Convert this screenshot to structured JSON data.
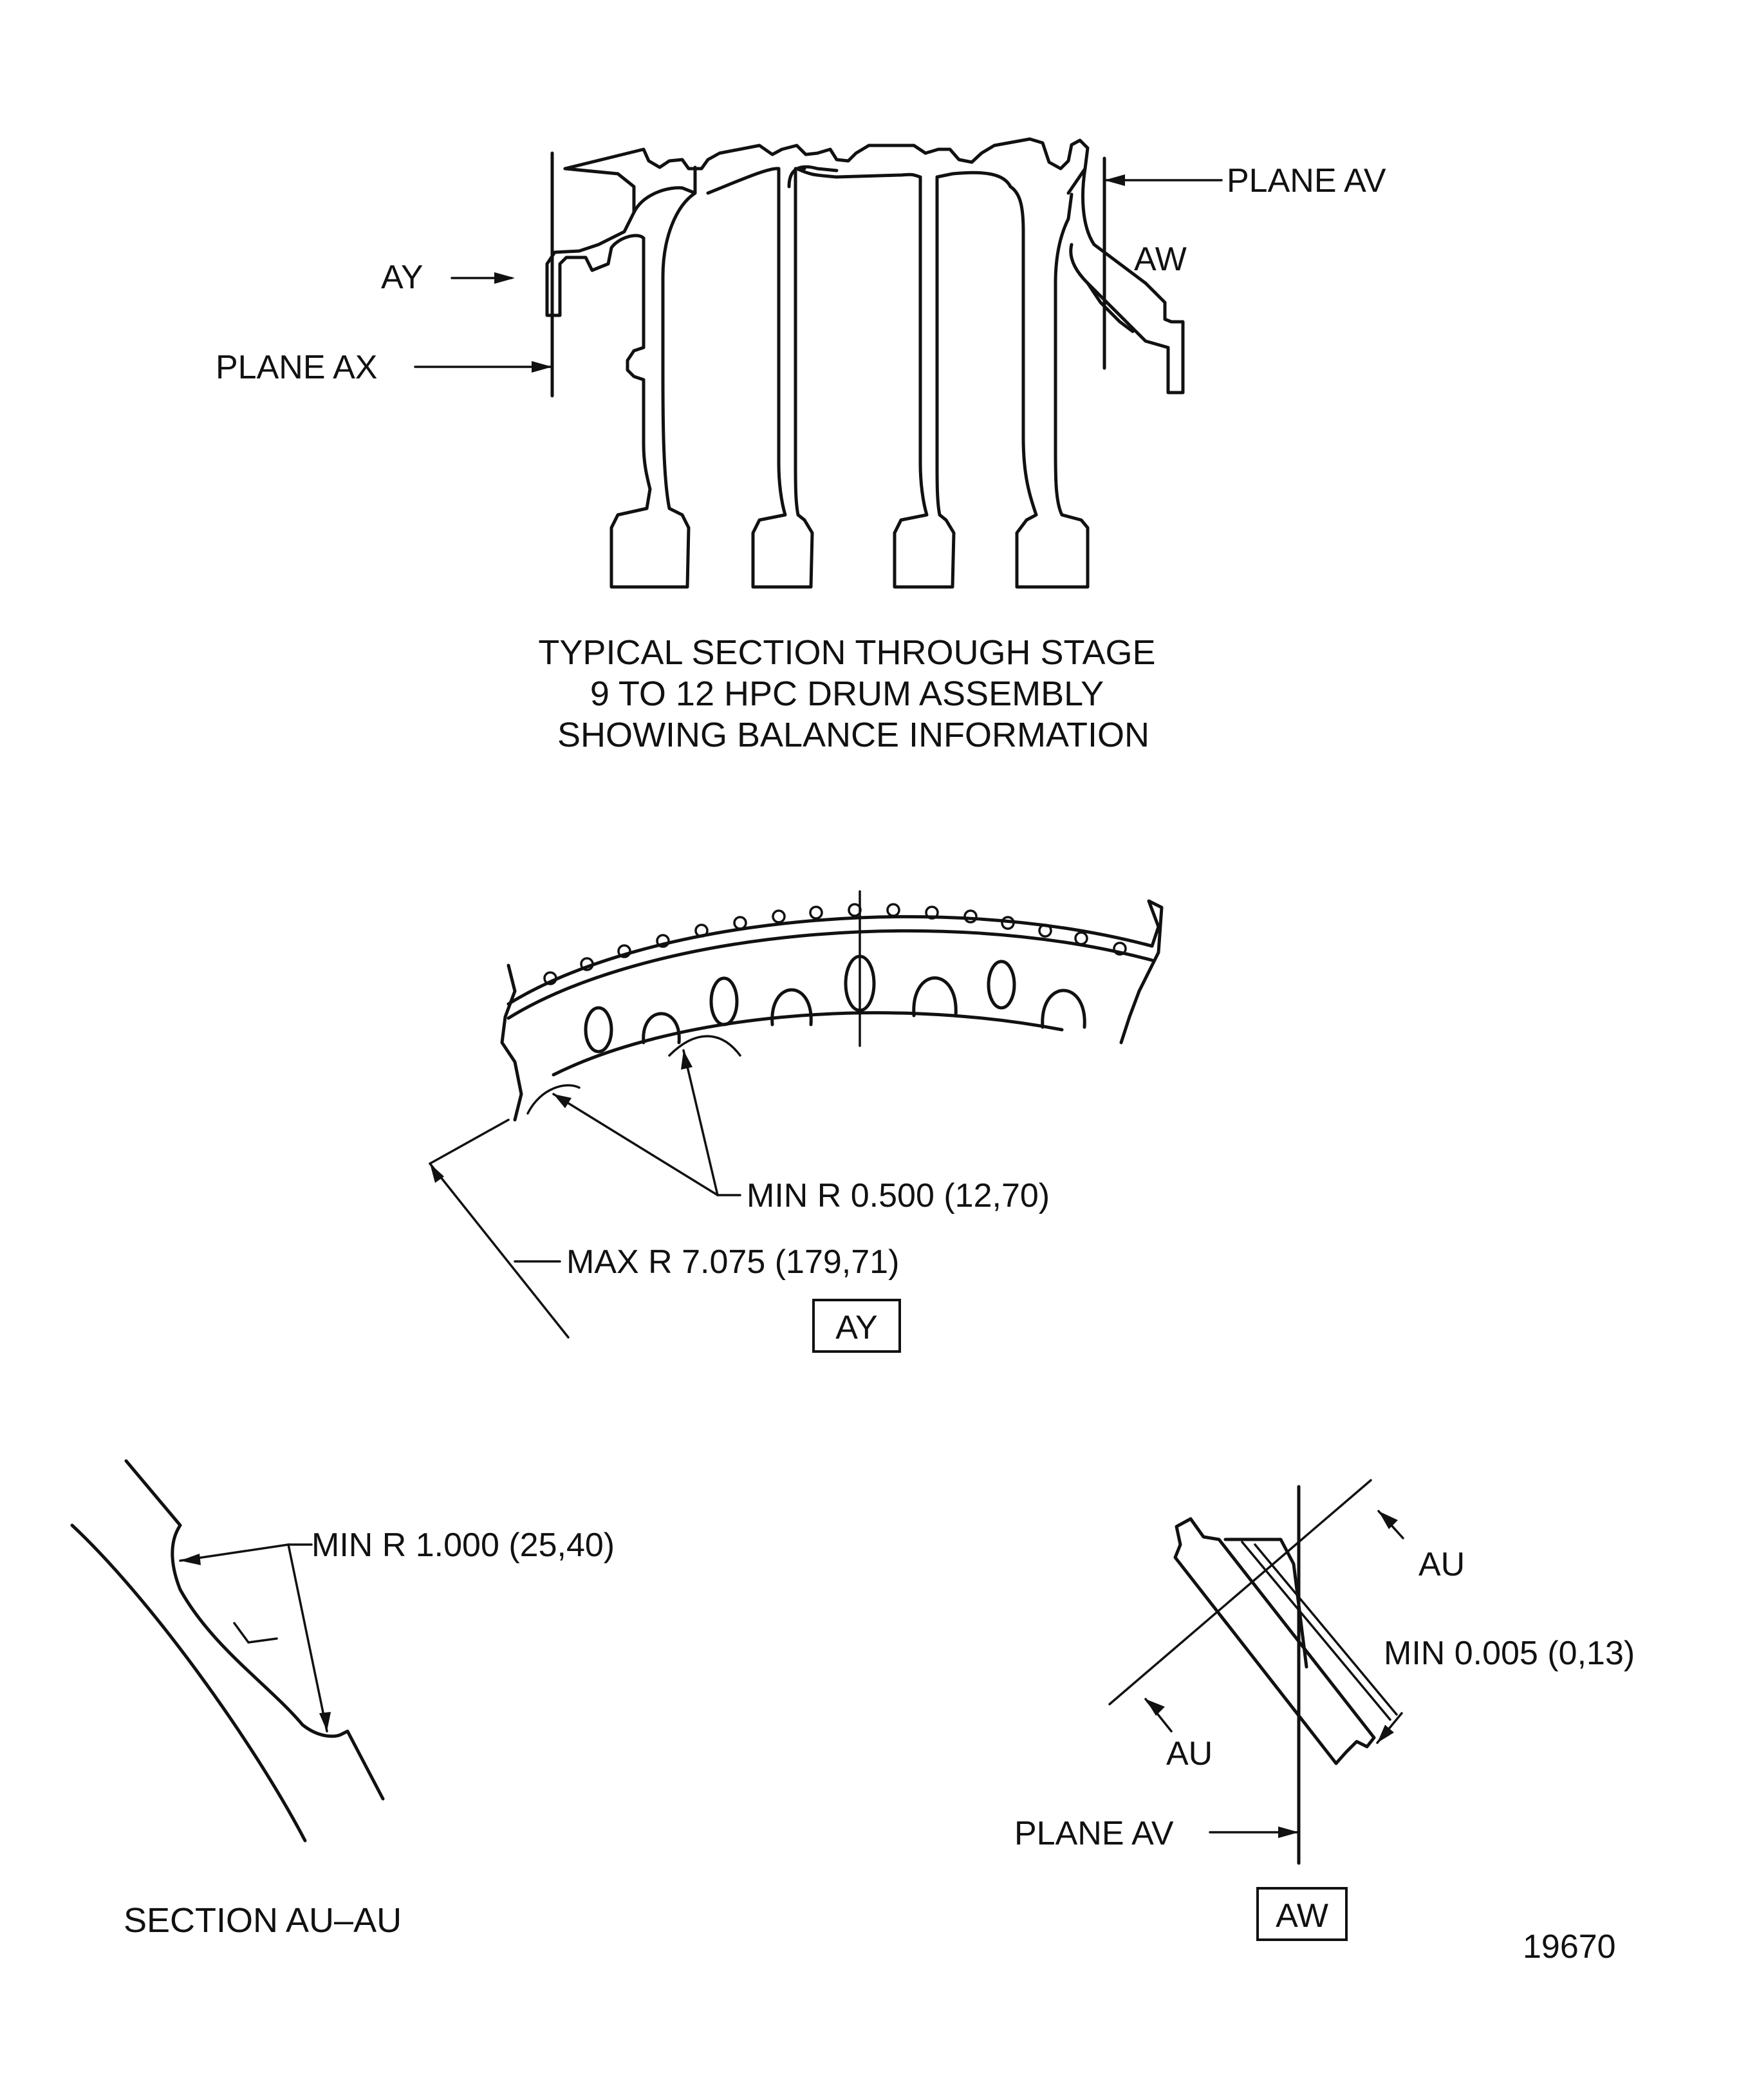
{
  "top_view": {
    "plane_av": "PLANE AV",
    "aw": "AW",
    "ay": "AY",
    "plane_ax": "PLANE AX",
    "caption": [
      "TYPICAL SECTION THROUGH STAGE",
      "9 TO 12 HPC DRUM ASSEMBLY",
      "SHOWING BALANCE INFORMATION"
    ]
  },
  "view_ay": {
    "min_r": "MIN R 0.500 (12,70)",
    "max_r": "MAX R 7.075 (179,71)",
    "view_label": "AY"
  },
  "section_au": {
    "min_r": "MIN R 1.000 (25,40)",
    "caption": "SECTION AU–AU"
  },
  "view_aw": {
    "au_top": "AU",
    "min_dim": "MIN 0.005 (0,13)",
    "au_bottom": "AU",
    "plane_av": "PLANE AV",
    "view_label": "AW"
  },
  "figure_number": "19670"
}
